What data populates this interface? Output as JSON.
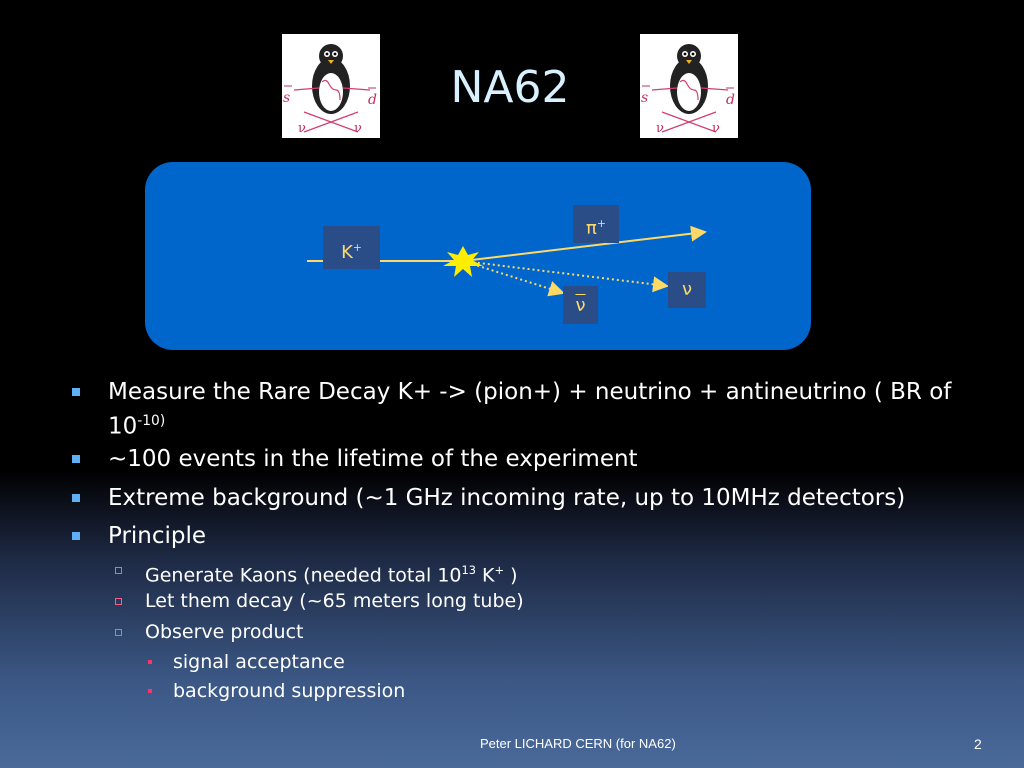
{
  "slide": {
    "title": "NA62",
    "logo": {
      "quark_left": "s",
      "quark_right": "d",
      "neutrino_left": "ν",
      "neutrino_right": "ν"
    },
    "diagram": {
      "kaon_label": "K",
      "kaon_sup": "+",
      "pion_label": "π",
      "pion_sup": "+",
      "neutrino_label": "ν",
      "antineutrino_label": "ν",
      "colors": {
        "box": "#0066cc",
        "label_bg": "#2a4d88",
        "track": "#ffd966",
        "burst": "#ffee00"
      }
    },
    "bullets": [
      {
        "text_before": "Measure the Rare Decay K+ -> (pion+) + neutrino + antineutrino ( BR of 10",
        "sup": "-10)"
      },
      {
        "text": "~100 events in the lifetime of the experiment"
      },
      {
        "text": "Extreme background (~1 GHz incoming rate, up to 10MHz detectors)"
      },
      {
        "text": "Principle",
        "sub": [
          {
            "text_before": "Generate Kaons (needed total 10",
            "sup1": "13",
            "text_mid": " K",
            "sup2": "+",
            "text_after": " )"
          },
          {
            "text": "Let them decay (~65 meters long tube)"
          },
          {
            "text": "Observe product",
            "sub": [
              {
                "text": "signal acceptance"
              },
              {
                "text": "background suppression"
              }
            ]
          }
        ]
      }
    ],
    "footer": "Peter LICHARD CERN (for NA62)",
    "page_number": "2"
  }
}
